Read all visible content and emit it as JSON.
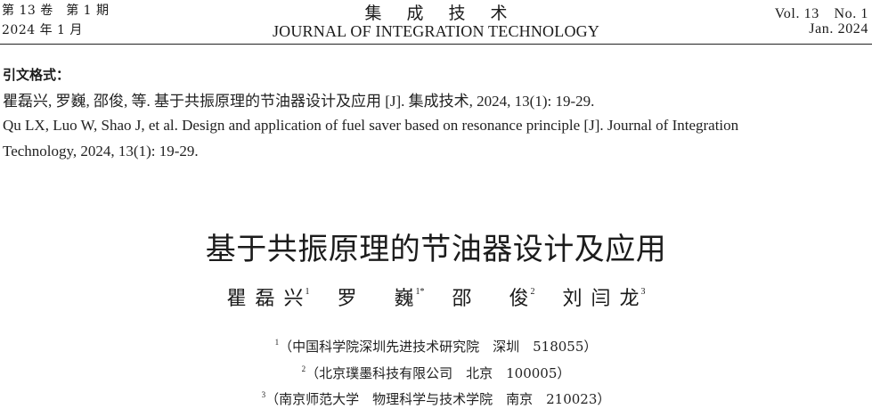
{
  "header": {
    "volume_cn": "第 13 卷　第 1 期",
    "date_cn": "2024 年 1 月",
    "journal_cn": "集成技术",
    "journal_en": "JOURNAL OF INTEGRATION TECHNOLOGY",
    "volume_en": "Vol. 13　No. 1",
    "date_en": "Jan.  2024"
  },
  "citation": {
    "label": "引文格式：",
    "cn": "瞿磊兴, 罗巍, 邵俊, 等. 基于共振原理的节油器设计及应用 [J]. 集成技术, 2024, 13(1): 19-29.",
    "en_line1": "Qu LX, Luo W, Shao J, et al. Design and application of fuel saver based on resonance principle [J]. Journal of Integration",
    "en_line2": "Technology, 2024, 13(1): 19-29."
  },
  "title": "基于共振原理的节油器设计及应用",
  "authors": [
    {
      "name": "瞿磊兴",
      "mark": "1"
    },
    {
      "name": "罗　巍",
      "mark": "1*"
    },
    {
      "name": "邵　俊",
      "mark": "2"
    },
    {
      "name": "刘闫龙",
      "mark": "3"
    }
  ],
  "affiliations": [
    {
      "mark": "1",
      "text": "（中国科学院深圳先进技术研究院　深圳　518055）"
    },
    {
      "mark": "2",
      "text": "（北京璞墨科技有限公司　北京　100005）"
    },
    {
      "mark": "3",
      "text": "（南京师范大学　物理科学与技术学院　南京　210023）"
    }
  ]
}
